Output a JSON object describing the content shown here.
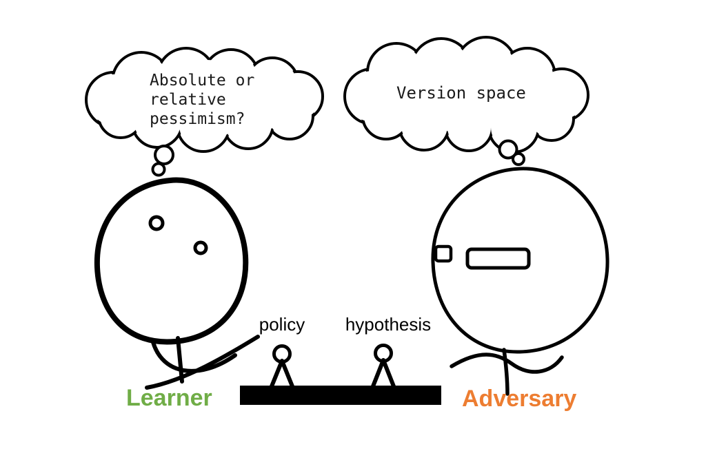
{
  "figure": {
    "left_character": {
      "name_label": "Learner",
      "thought_lines": [
        "Absolute or",
        "relative",
        "pessimism?"
      ]
    },
    "right_character": {
      "name_label": "Adversary",
      "thought_text": "Version space"
    },
    "bar": {
      "left_pawn_label": "policy",
      "right_pawn_label": "hypothesis"
    },
    "colors": {
      "learner": "#70AD47",
      "adversary": "#ED7D31",
      "policy_fill": "#C5E0B4",
      "hypothesis_fill": "#ED7D31",
      "ink": "#000000",
      "background": "#FFFFFF"
    }
  }
}
